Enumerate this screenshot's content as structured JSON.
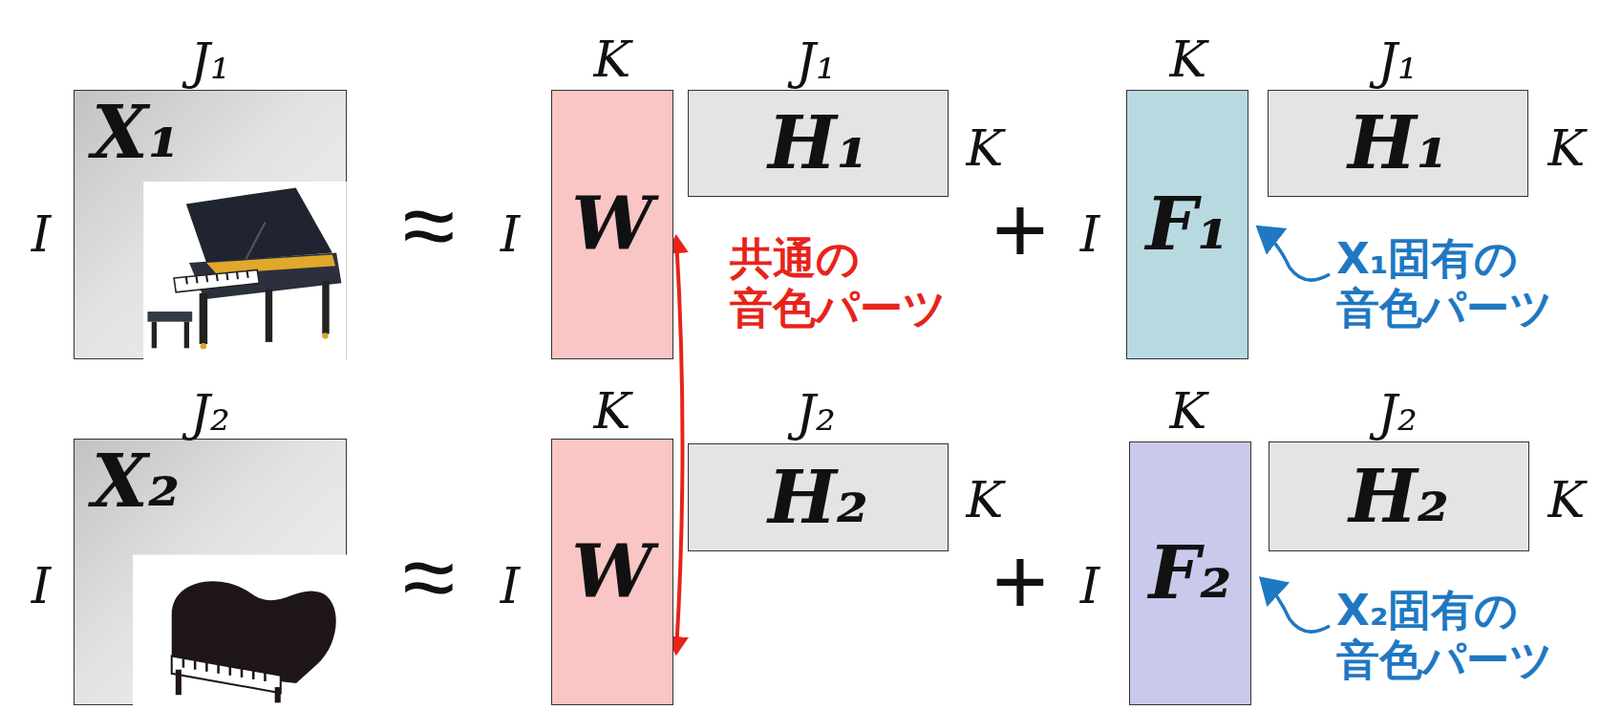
{
  "diagram": {
    "nodes": [
      {
        "text": [
          "X₁"
        ]
      },
      {
        "text": [
          "W"
        ]
      },
      {
        "text": [
          "H₁"
        ]
      },
      {
        "text": [
          "F₁"
        ]
      },
      {
        "text": [
          "H₁"
        ]
      },
      {
        "text": [
          "X₂"
        ]
      },
      {
        "text": [
          "W"
        ]
      },
      {
        "text": [
          "H₂"
        ]
      },
      {
        "text": [
          "F₂"
        ]
      },
      {
        "text": [
          "H₂"
        ]
      }
    ],
    "edges": [
      {
        "from": 1,
        "to": 6,
        "arrow": "both"
      }
    ],
    "labels": [
      "J₁",
      "I",
      "≈",
      "I",
      "K",
      "J₁",
      "K",
      "+",
      "I",
      "K",
      "J₁",
      "K",
      "共通の 音色パーツ",
      "X₁固有の 音色パーツ",
      "J₂",
      "I",
      "≈",
      "I",
      "K",
      "J₂",
      "K",
      "+",
      "I",
      "K",
      "J₂",
      "K",
      "X₂固有の 音色パーツ"
    ]
  }
}
